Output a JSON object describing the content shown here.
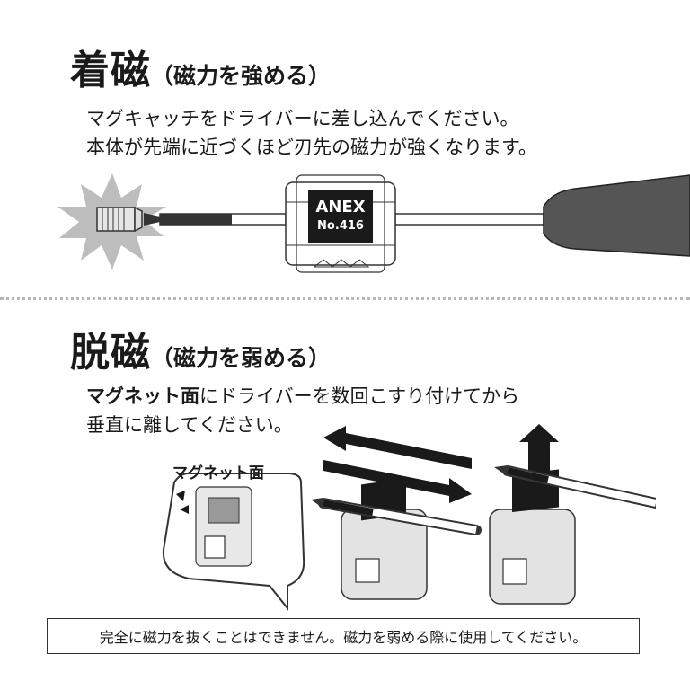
{
  "section1": {
    "title": "着磁",
    "subtitle": "（磁力を強める）",
    "lines": [
      "マグキャッチをドライバーに差し込んでください。",
      "本体が先端に近づくほど刃先の磁力が強くなります。"
    ]
  },
  "product": {
    "brand": "ANEX",
    "model": "No.416"
  },
  "section2": {
    "title": "脱磁",
    "subtitle": "（磁力を弱める）",
    "line1_bold": "マグネット面",
    "line1_rest": "にドライバーを数回こすり付けてから",
    "line2": "垂直に離してください。",
    "bubble_label": "マグネット面"
  },
  "note": "完全に磁力を抜くことはできません。磁力を弱める際に使用してください。",
  "icons": [
    "starburst-icon",
    "screw-icon",
    "arrow-left-icon",
    "arrow-right-icon",
    "arrow-up-icon"
  ],
  "colors": {
    "handle": "#555555",
    "burst": "#bdbdbd",
    "device_shade": "#d9d9d9",
    "divider": "#b8b8b8"
  }
}
